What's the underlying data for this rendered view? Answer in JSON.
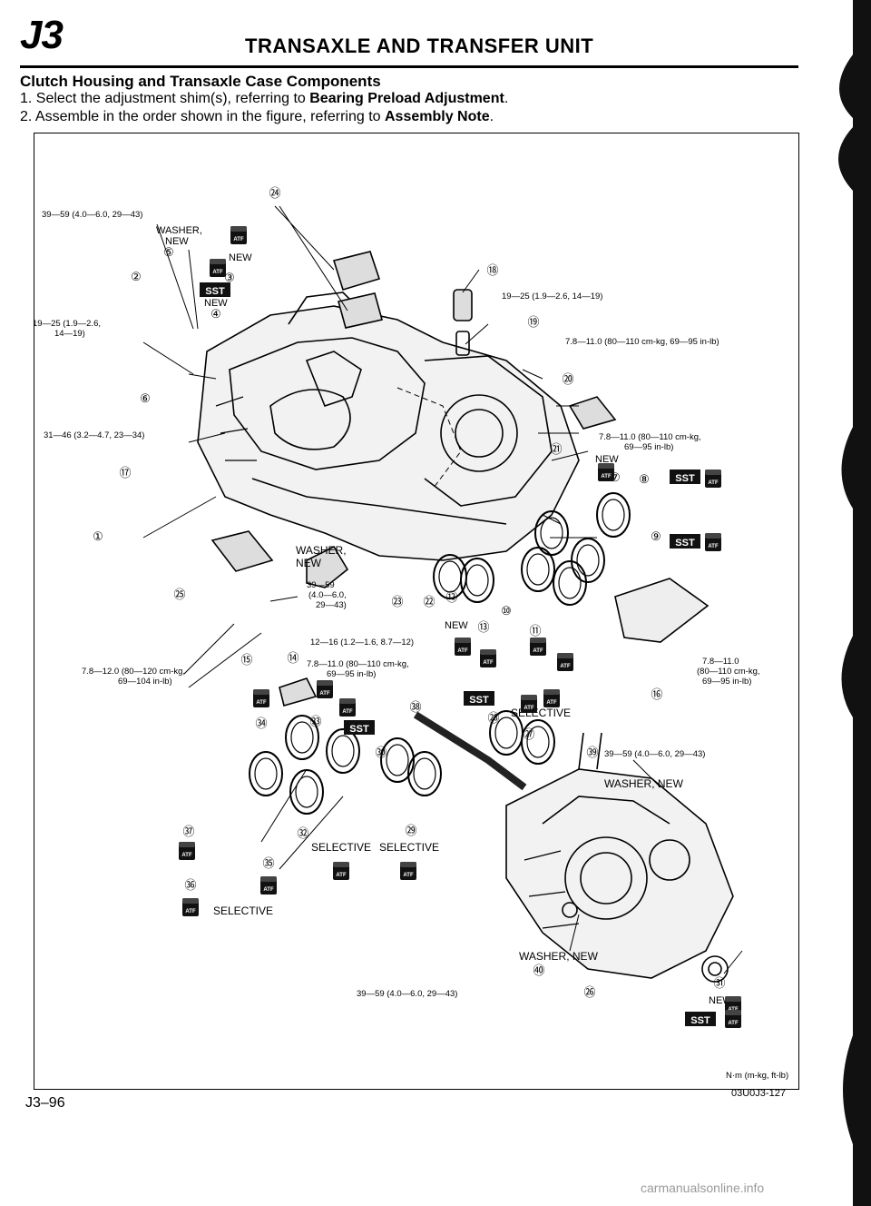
{
  "header": {
    "section_code": "J3",
    "title": "TRANSAXLE AND TRANSFER UNIT"
  },
  "subheading": "Clutch Housing and Transaxle Case Components",
  "steps": [
    {
      "num": "1.",
      "text_before": "Select the adjustment shim(s), referring to ",
      "bold": "Bearing Preload Adjustment",
      "text_after": "."
    },
    {
      "num": "2.",
      "text_before": "Assemble in the order shown in the figure, referring to ",
      "bold": "Assembly Note",
      "text_after": "."
    }
  ],
  "figure": {
    "torques": {
      "t_top_left": "39—59 (4.0—6.0, 29—43)",
      "t_left_a": "19—25 (1.9—2.6,",
      "t_left_b": "14—19)",
      "t_left_mid": "31—46 (3.2—4.7, 23—34)",
      "t_top_right": "19—25 (1.9—2.6, 14—19)",
      "t_right_1": "7.8—11.0 (80—110 cm-kg, 69—95 in-lb)",
      "t_right_2a": "7.8—11.0 (80—110 cm-kg,",
      "t_right_2b": "69—95 in-lb)",
      "t_center_a": "39—59",
      "t_center_b": "(4.0—6.0,",
      "t_center_c": "29—43)",
      "t_center_d": "12—16 (1.2—1.6, 8.7—12)",
      "t_center_e": "7.8—11.0 (80—110 cm-kg,",
      "t_center_f": "69—95 in-lb)",
      "t_bottom_left_a": "7.8—12.0 (80—120 cm-kg,",
      "t_bottom_left_b": "69—104 in-lb)",
      "t_far_right_a": "7.8—11.0",
      "t_far_right_b": "(80—110 cm-kg,",
      "t_far_right_c": "69—95 in-lb)",
      "t_39": "39—59 (4.0—6.0, 29—43)",
      "t_40": "39—59 (4.0—6.0, 29—43)"
    },
    "notes": {
      "washer_new": "WASHER,",
      "new": "NEW",
      "washer_new_full": "WASHER, NEW",
      "selective": "SELECTIVE",
      "sst": "SST",
      "atf": "ATF",
      "units": "N·m (m-kg, ft-lb)"
    },
    "parts": [
      "①",
      "②",
      "③",
      "④",
      "⑤",
      "⑥",
      "⑦",
      "⑧",
      "⑨",
      "⑩",
      "⑪",
      "⑫",
      "⑬",
      "⑭",
      "⑮",
      "⑯",
      "⑰",
      "⑱",
      "⑲",
      "⑳",
      "㉑",
      "㉒",
      "㉓",
      "㉔",
      "㉕",
      "㉖",
      "㉗",
      "㉘",
      "㉙",
      "㉚",
      "㉛",
      "㉜",
      "㉝",
      "㉞",
      "㉟",
      "㊱",
      "㊲",
      "㊳",
      "㊴",
      "㊵"
    ],
    "figure_code": "03U0J3-127"
  },
  "footer": {
    "page_number": "J3–96"
  },
  "watermark": "carmanualsonline.info"
}
